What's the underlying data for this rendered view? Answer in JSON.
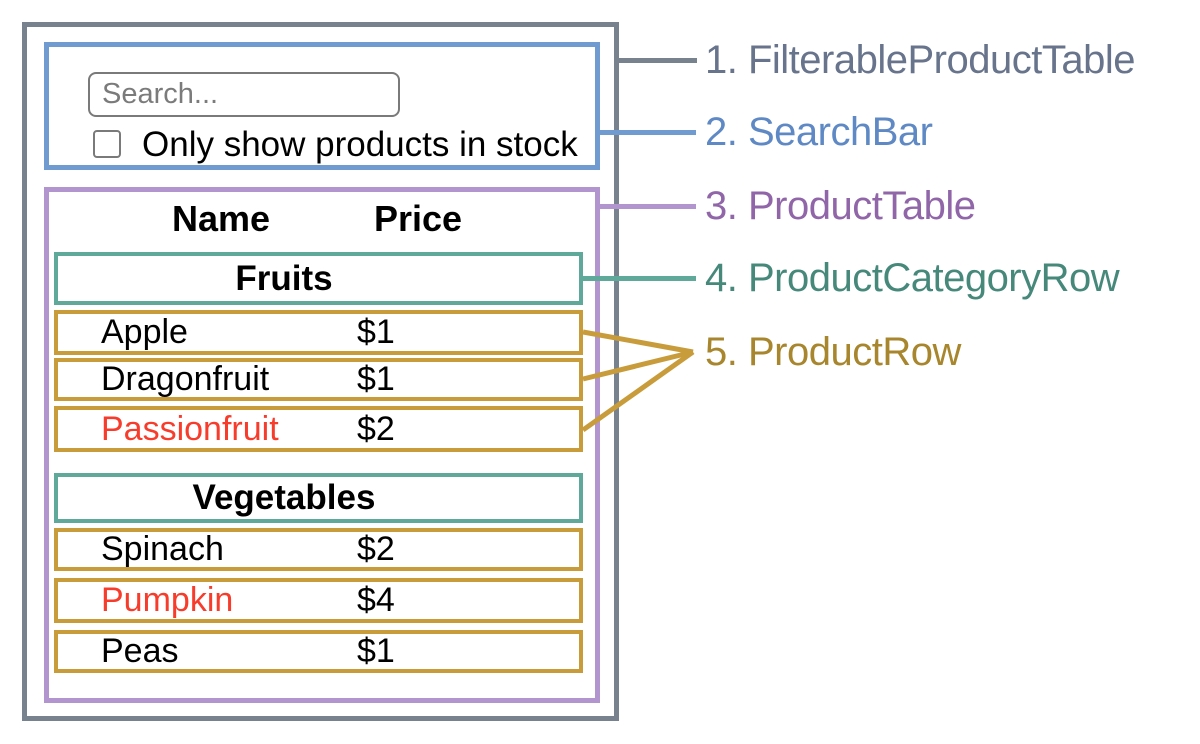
{
  "diagram": {
    "labels": [
      {
        "text": "1. FilterableProductTable",
        "color": "#67748C"
      },
      {
        "text": "2. SearchBar",
        "color": "#5E89C4"
      },
      {
        "text": "3. ProductTable",
        "color": "#9066A9"
      },
      {
        "text": "4. ProductCategoryRow",
        "color": "#46897B"
      },
      {
        "text": "5. ProductRow",
        "color": "#A8862E"
      }
    ]
  },
  "search_bar": {
    "input_placeholder": "Search...",
    "input_value": "",
    "checkbox_label": "Only show products in stock",
    "checkbox_checked": false
  },
  "product_table": {
    "header": {
      "name": "Name",
      "price": "Price"
    },
    "sections": [
      {
        "category": "Fruits",
        "rows": [
          {
            "name": "Apple",
            "price": "$1",
            "highlighted": false
          },
          {
            "name": "Dragonfruit",
            "price": "$1",
            "highlighted": false
          },
          {
            "name": "Passionfruit",
            "price": "$2",
            "highlighted": true
          }
        ]
      },
      {
        "category": "Vegetables",
        "rows": [
          {
            "name": "Spinach",
            "price": "$2",
            "highlighted": false
          },
          {
            "name": "Pumpkin",
            "price": "$4",
            "highlighted": true
          },
          {
            "name": "Peas",
            "price": "$1",
            "highlighted": false
          }
        ]
      }
    ]
  },
  "colors": {
    "filterable_product_table_border": "#78828F",
    "search_bar_border": "#6F9BD1",
    "product_table_border": "#B294CF",
    "product_category_row_border": "#5FA99A",
    "product_row_border": "#C89C3B",
    "highlight_red": "#F83C2C"
  }
}
